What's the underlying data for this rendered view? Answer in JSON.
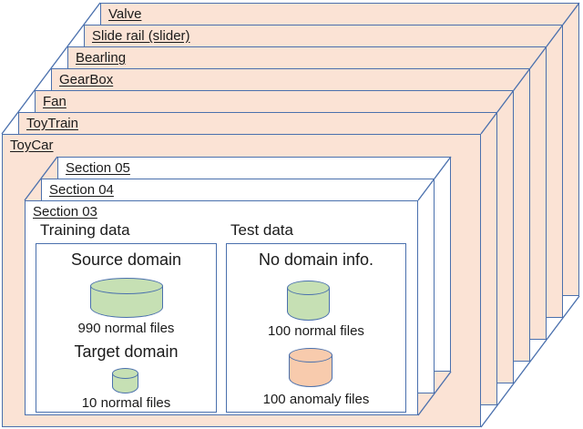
{
  "colors": {
    "card_fill": "#fbe3d5",
    "card_border": "#4a70ad",
    "green_fill": "#c6e0b4",
    "orange_fill": "#f8cbad",
    "text": "#1a1a1a"
  },
  "machine_layers": [
    {
      "label": "Valve"
    },
    {
      "label": "Slide rail (slider)"
    },
    {
      "label": "Bearling"
    },
    {
      "label": "GearBox"
    },
    {
      "label": "Fan"
    },
    {
      "label": "ToyTrain"
    },
    {
      "label": "ToyCar"
    }
  ],
  "sections": [
    {
      "label": "Section 05"
    },
    {
      "label": "Section 04"
    },
    {
      "label": "Section 03"
    }
  ],
  "section03": {
    "training": {
      "title": "Training data",
      "source_heading": "Source domain",
      "source_caption": "990 normal files",
      "target_heading": "Target domain",
      "target_caption": "10 normal files"
    },
    "test": {
      "title": "Test data",
      "heading": "No domain info.",
      "normal_caption": "100 normal files",
      "anomaly_caption": "100 anomaly files"
    }
  }
}
